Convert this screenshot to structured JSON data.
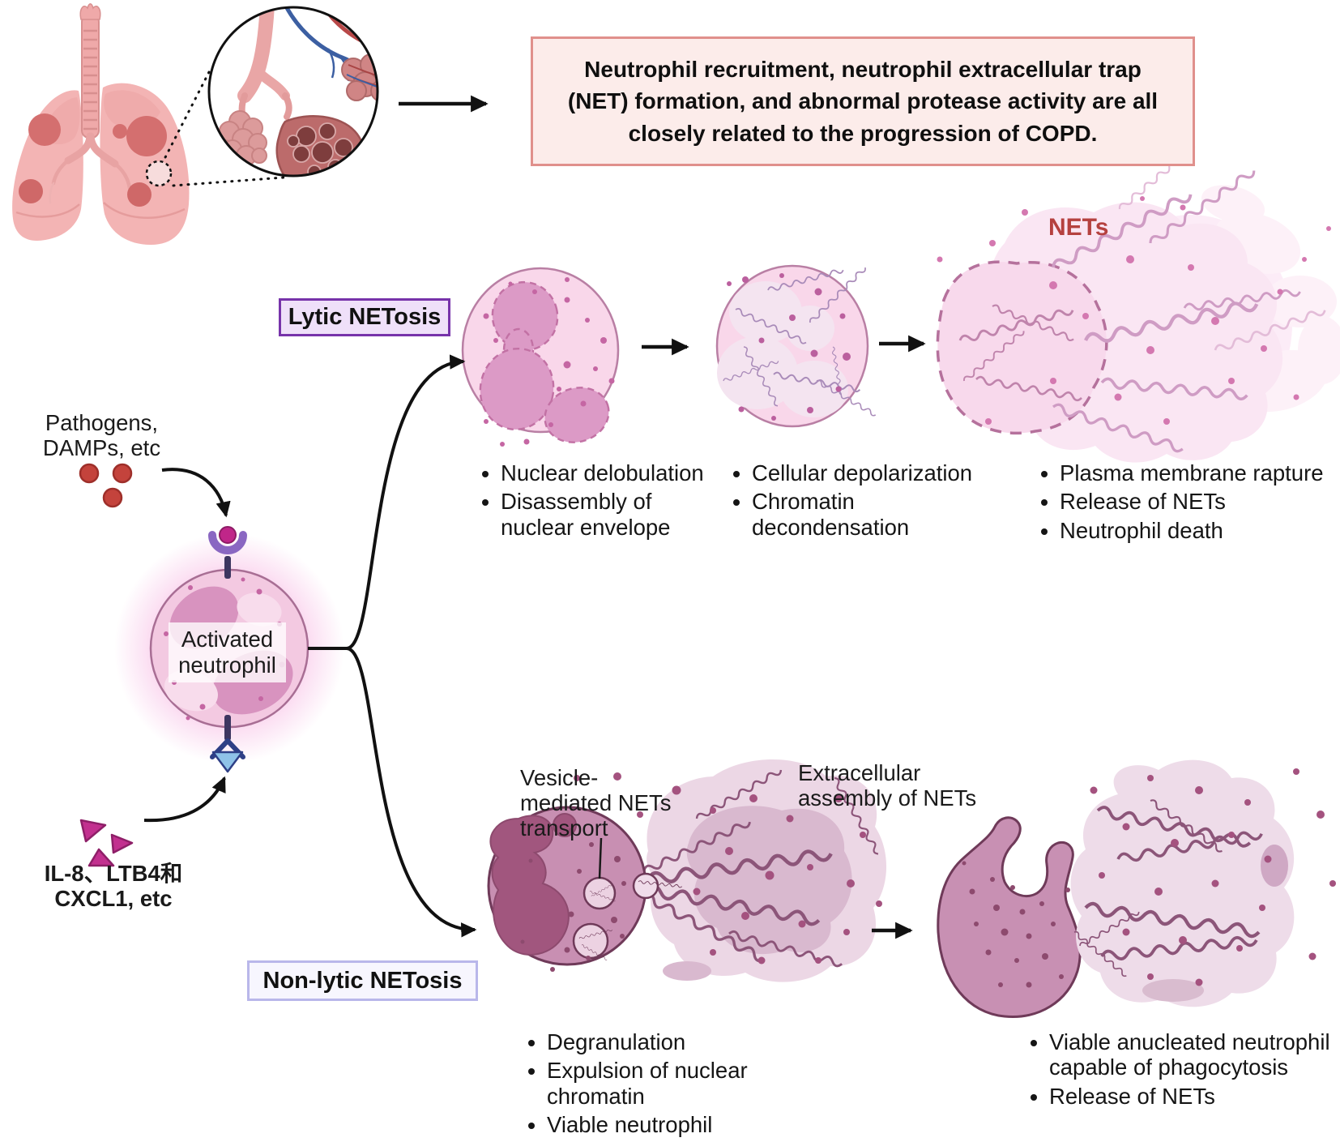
{
  "figure": {
    "info_box": {
      "text": "Neutrophil recruitment, neutrophil extracellular trap\n(NET) formation, and abnormal protease activity are all\nclosely related to the progression of COPD."
    },
    "labels": {
      "nets": "NETs",
      "lytic": "Lytic NETosis",
      "non_lytic": "Non-lytic NETosis",
      "pathogens": "Pathogens,\nDAMPs, etc",
      "activated_neutrophil": "Activated\nneutrophil",
      "chemokines": "IL-8、LTB4和\nCXCL1, etc",
      "vesicle_transport": "Vesicle-\nmediated NETs\ntransport",
      "extracellular_assembly": "Extracellular\nassembly of NETs"
    },
    "lists": {
      "lytic_stage1": [
        "Nuclear delobulation",
        "Disassembly of nuclear envelope"
      ],
      "lytic_stage2": [
        "Cellular depolarization",
        "Chromatin decondensation"
      ],
      "lytic_stage3": [
        "Plasma membrane rapture",
        "Release of NETs",
        "Neutrophil death"
      ],
      "nonlytic_stage1": [
        "Degranulation",
        "Expulsion of nuclear chromatin",
        "Viable neutrophil"
      ],
      "nonlytic_stage2": [
        "Viable anucleated neutrophil capable of phagocytosis",
        "Release of NETs"
      ]
    },
    "colors": {
      "info_box_bg": "#fcecea",
      "info_box_border": "#e0908c",
      "nets_label": "#b5413f",
      "lytic_box_bg": "#efe0f9",
      "lytic_box_border": "#7733aa",
      "nonlytic_box_bg": "#f7f6fe",
      "nonlytic_box_border": "#b9b7ea",
      "cell_pink": "#f9d7ea",
      "cell_outline": "#b97fa4",
      "neutrophil_plum": "#ca8fb3",
      "plum_outline": "#6f3a59",
      "net_cloud": "#ecd7e5",
      "pathogen_red": "#c4433c",
      "chemokine_magenta": "#c2308f",
      "arrow": "#111111"
    }
  }
}
